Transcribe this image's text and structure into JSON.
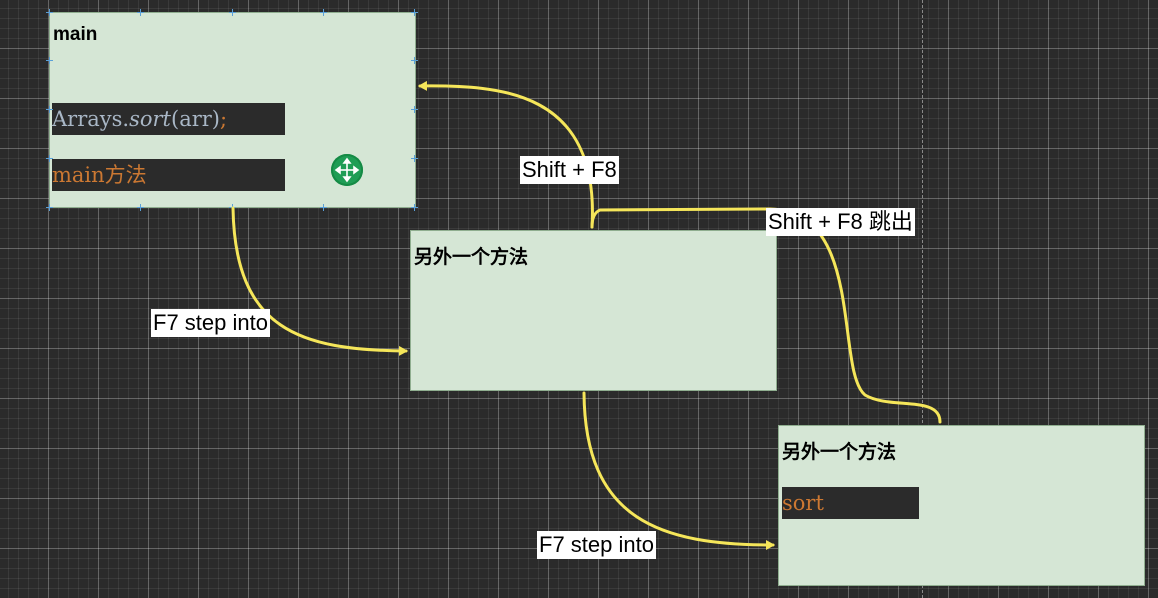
{
  "boxes": {
    "main": {
      "title": "main",
      "code_line": {
        "class": "Arrays.",
        "method": "sort",
        "args": "(arr)",
        "end": ";"
      },
      "highlight": "main方法"
    },
    "other": {
      "title": "另外一个方法"
    },
    "sort_box": {
      "title": "另外一个方法",
      "highlight": "sort"
    }
  },
  "labels": {
    "shift_f8": "Shift + F8",
    "shift_f8_out": "Shift + F8 跳出",
    "f7_into_1": "F7 step into",
    "f7_into_2": "F7 step into"
  },
  "colors": {
    "box_fill": "#d5e6d5",
    "arrow": "#f5e65a",
    "canvas": "#2b2b2b"
  },
  "icons": {
    "move": "move-icon"
  }
}
